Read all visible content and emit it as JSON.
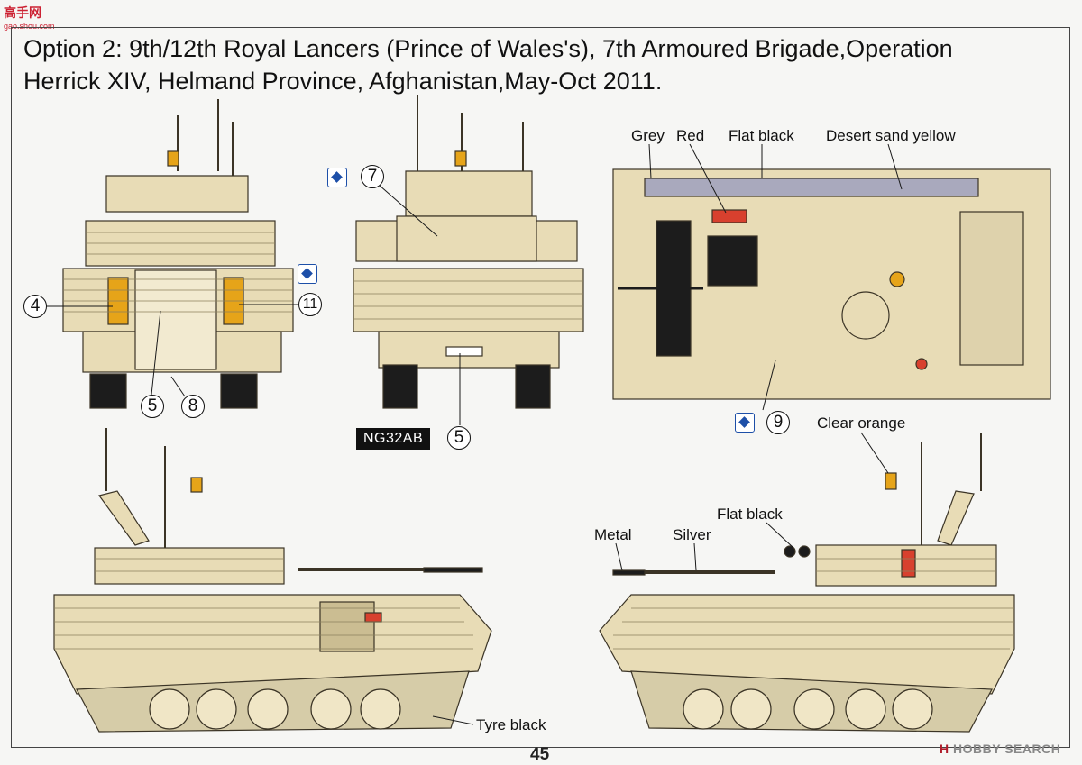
{
  "watermark_top": {
    "main": "高手网",
    "sub": "gao.shou.com"
  },
  "title": {
    "line1": "Option 2: 9th/12th Royal Lancers (Prince of Wales's), 7th Armoured Brigade,Operation",
    "line2": "Herrick XIV, Helmand Province, Afghanistan,May-Oct 2011."
  },
  "colors": {
    "tan": "#e8dcb6",
    "tan_dark": "#cbbd92",
    "outline": "#3b3426",
    "grey": "#a9a9bd",
    "red": "#d8402e",
    "orange": "#e6a419",
    "black": "#1c1c1c",
    "decal_blue": "#1d4fa8"
  },
  "paint_labels": {
    "grey": "Grey",
    "red": "Red",
    "flat_black_top": "Flat black",
    "desert": "Desert sand yellow",
    "clear_orange": "Clear orange",
    "flat_black_side": "Flat black",
    "metal": "Metal",
    "silver": "Silver",
    "tyre_black": "Tyre black"
  },
  "decal_numbers": {
    "n4": "4",
    "n5a": "5",
    "n8": "8",
    "n11": "11",
    "n7": "7",
    "n5b": "5",
    "n9": "9"
  },
  "icons": {
    "decal": "decal-sheet-icon"
  },
  "plate": "NG32AB",
  "page_number": "45",
  "watermark_bottom": {
    "logo": "H",
    "text": "HOBBY SEARCH"
  }
}
